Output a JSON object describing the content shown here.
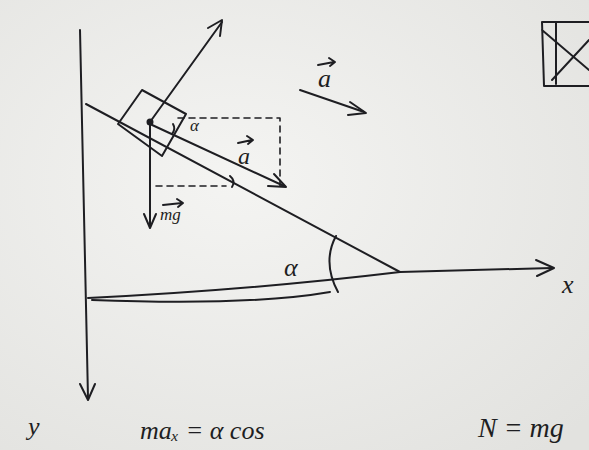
{
  "diagram": {
    "labels": [
      "a",
      "α",
      "a",
      "mg",
      "α",
      "x",
      "y",
      "maₓ = α cos",
      "N = mg"
    ]
  }
}
